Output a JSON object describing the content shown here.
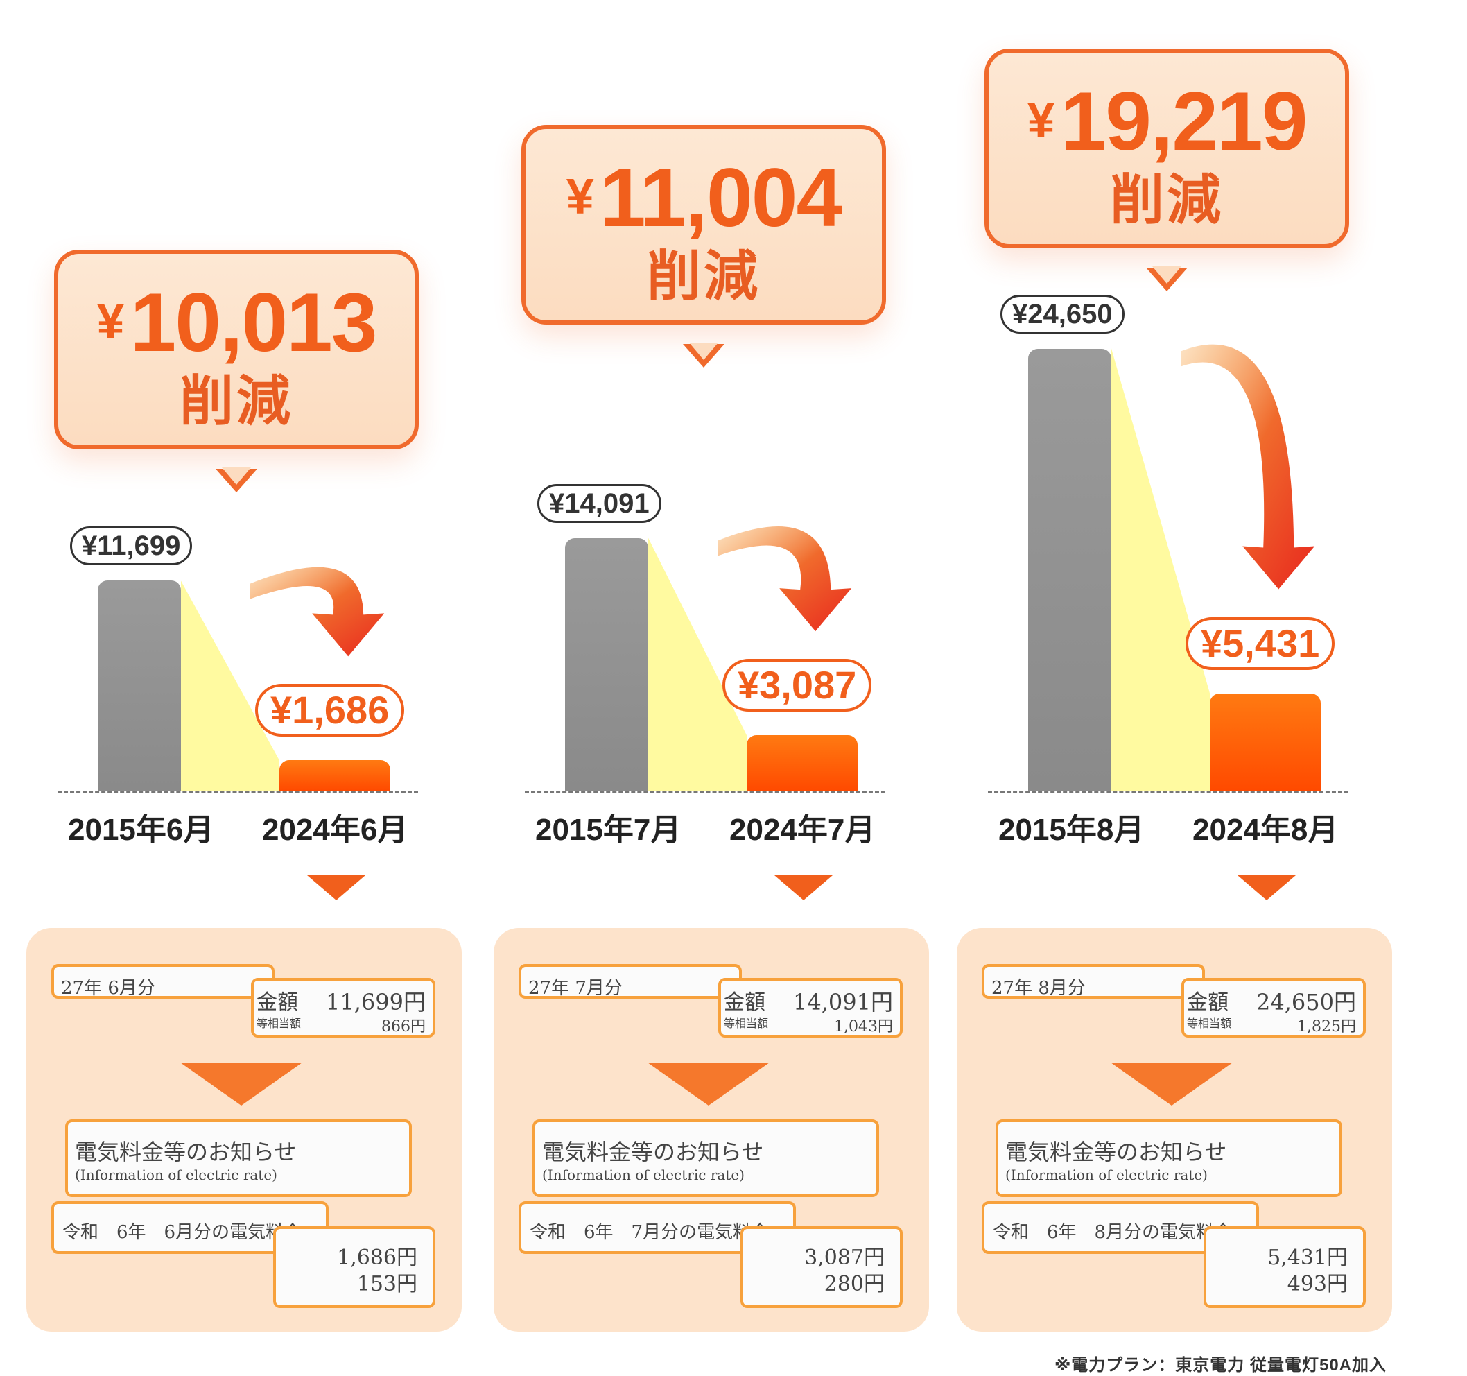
{
  "chart_data": [
    {
      "type": "bar",
      "categories": [
        "2015年6月",
        "2024年6月"
      ],
      "values": [
        11699,
        1686
      ],
      "value_labels": [
        "¥11,699",
        "¥1,686"
      ],
      "reduction": "10,013",
      "reduction_label": "削減",
      "currency": "¥",
      "receipt": {
        "old_date": "27年 6月分",
        "old_label": "金額",
        "old_sublabel": "等相当額",
        "old_amount": "11,699円",
        "old_tax": "866円",
        "notice_title": "電気料金等のお知らせ",
        "notice_sub": "(Information of electric rate)",
        "notice_line": "令和　6年　6月分の電気料金",
        "new_amount": "1,686円",
        "new_tax": "153円"
      }
    },
    {
      "type": "bar",
      "categories": [
        "2015年7月",
        "2024年7月"
      ],
      "values": [
        14091,
        3087
      ],
      "value_labels": [
        "¥14,091",
        "¥3,087"
      ],
      "reduction": "11,004",
      "reduction_label": "削減",
      "currency": "¥",
      "receipt": {
        "old_date": "27年 7月分",
        "old_label": "金額",
        "old_sublabel": "等相当額",
        "old_amount": "14,091円",
        "old_tax": "1,043円",
        "notice_title": "電気料金等のお知らせ",
        "notice_sub": "(Information of electric rate)",
        "notice_line": "令和　6年　7月分の電気料金",
        "new_amount": "3,087円",
        "new_tax": "280円"
      }
    },
    {
      "type": "bar",
      "categories": [
        "2015年8月",
        "2024年8月"
      ],
      "values": [
        24650,
        5431
      ],
      "value_labels": [
        "¥24,650",
        "¥5,431"
      ],
      "reduction": "19,219",
      "reduction_label": "削減",
      "currency": "¥",
      "receipt": {
        "old_date": "27年 8月分",
        "old_label": "金額",
        "old_sublabel": "等相当額",
        "old_amount": "24,650円",
        "old_tax": "1,825円",
        "notice_title": "電気料金等のお知らせ",
        "notice_sub": "(Information of electric rate)",
        "notice_line": "令和　6年　8月分の電気料金",
        "new_amount": "5,431円",
        "new_tax": "493円"
      }
    }
  ],
  "colors": {
    "accent": "#f15f1c",
    "old_bar": "#8f8f8f",
    "new_bar": "#ff5a00",
    "shade": "#fffaa0",
    "card": "#fde3cb"
  },
  "footnote": "※電力プラン：東京電力 従量電灯50A加入"
}
